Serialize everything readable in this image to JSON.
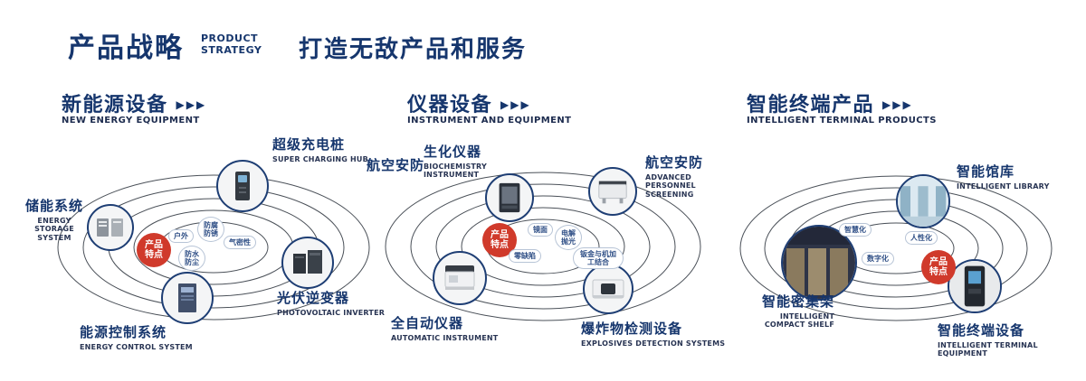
{
  "header": {
    "title": "产品战略",
    "title_en": [
      "PRODUCT",
      "STRATEGY"
    ],
    "slogan": "打造无敌产品和服务"
  },
  "icons": {
    "triple_arrow": "▶▶▶"
  },
  "colors": {
    "navy": "#16366d",
    "red": "#d03a2b"
  },
  "sections": [
    {
      "title": "新能源设备",
      "subtitle": "NEW ENERGY EQUIPMENT",
      "badge": "产品特点",
      "tags": [
        "户外",
        "防腐防锈",
        "气密性",
        "防水防尘"
      ],
      "products": [
        {
          "cn": "储能系统",
          "en": "ENERGY STORAGE SYSTEM"
        },
        {
          "cn": "超级充电桩",
          "en": "SUPER CHARGING HUB"
        },
        {
          "cn": "光伏逆变器",
          "en": "PHOTOVOLTAIC INVERTER"
        },
        {
          "cn": "能源控制系统",
          "en": "ENERGY CONTROL SYSTEM"
        }
      ]
    },
    {
      "title": "仪器设备",
      "subtitle": "INSTRUMENT AND EQUIPMENT",
      "badge": "产品特点",
      "extra_label": "航空安防",
      "tags": [
        "镜面",
        "电解抛光",
        "零缺陷",
        "钣金与机加工结合"
      ],
      "products": [
        {
          "cn": "生化仪器",
          "en": "BIOCHEMISTRY INSTRUMENT"
        },
        {
          "cn": "航空安防",
          "en": "ADVANCED PERSONNEL SCREENING"
        },
        {
          "cn": "全自动仪器",
          "en": "AUTOMATIC INSTRUMENT"
        },
        {
          "cn": "爆炸物检测设备",
          "en": "EXPLOSIVES DETECTION SYSTEMS"
        }
      ]
    },
    {
      "title": "智能终端产品",
      "subtitle": "INTELLIGENT TERMINAL PRODUCTS",
      "badge": "产品特点",
      "tags": [
        "智慧化",
        "人性化",
        "数字化"
      ],
      "products": [
        {
          "cn": "智能馆库",
          "en": "INTELLIGENT LIBRARY"
        },
        {
          "cn": "智能密集架",
          "en": "INTELLIGENT COMPACT SHELF"
        },
        {
          "cn": "智能终端设备",
          "en": "INTELLIGENT TERMINAL EQUIPMENT"
        }
      ]
    }
  ]
}
